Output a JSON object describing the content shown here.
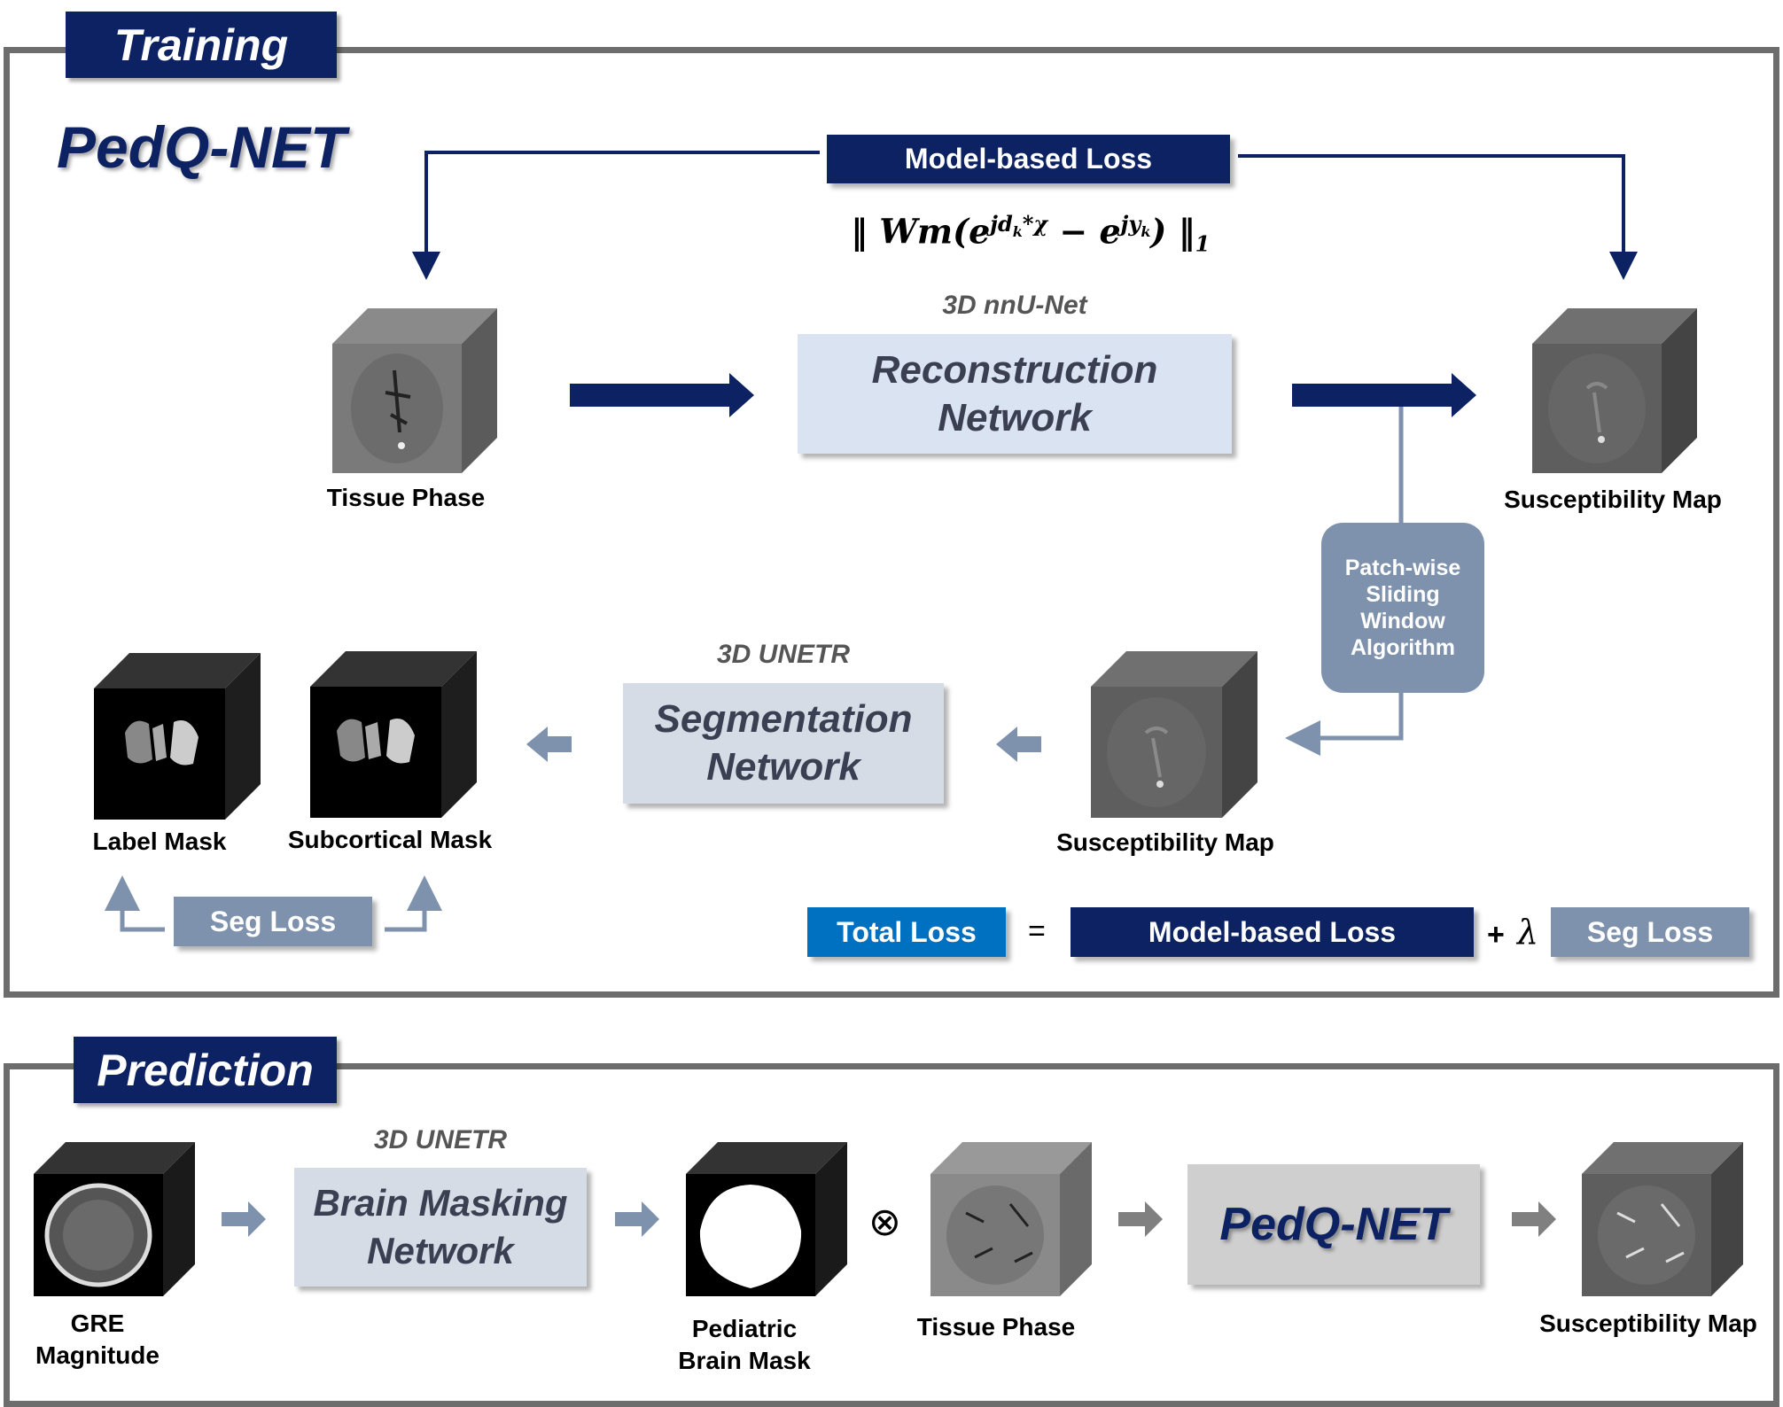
{
  "training": {
    "tab_label": "Training",
    "title": "PedQ-NET",
    "model_loss_label": "Model-based Loss",
    "loss_formula": "‖ Wm(e^{jd_k*χ} − e^{jy_k}) ‖₁",
    "recon": {
      "subtitle": "3D nnU-Net",
      "line1": "Reconstruction",
      "line2": "Network"
    },
    "tissue_phase_label": "Tissue Phase",
    "susc_map_label": "Susceptibility Map",
    "patch": {
      "line1": "Patch-wise",
      "line2": "Sliding",
      "line3": "Window",
      "line4": "Algorithm"
    },
    "seg": {
      "subtitle": "3D UNETR",
      "line1": "Segmentation",
      "line2": "Network"
    },
    "susc_map2_label": "Susceptibility Map",
    "label_mask_label": "Label Mask",
    "subcortical_mask_label": "Subcortical Mask",
    "seg_loss_label": "Seg Loss",
    "total": {
      "total_label": "Total Loss",
      "equals": "=",
      "model_label": "Model-based Loss",
      "plus": "+",
      "lambda": "λ",
      "seg_label": "Seg Loss"
    }
  },
  "prediction": {
    "tab_label": "Prediction",
    "gre": {
      "line1": "GRE",
      "line2": "Magnitude"
    },
    "brainmask": {
      "subtitle": "3D UNETR",
      "line1": "Brain Masking",
      "line2": "Network"
    },
    "pediatric": {
      "line1": "Pediatric",
      "line2": "Brain Mask"
    },
    "times_symbol": "⊗",
    "tissue_phase_label": "Tissue Phase",
    "pedqnet_label": "PedQ-NET",
    "susc_map_label": "Susceptibility Map"
  },
  "colors": {
    "navy": "#0c2262",
    "light_blue_box": "#dae3f2",
    "grey_blue": "#7f92ad",
    "total_blue": "#0070c0",
    "panel_border": "#6d6d6d"
  }
}
